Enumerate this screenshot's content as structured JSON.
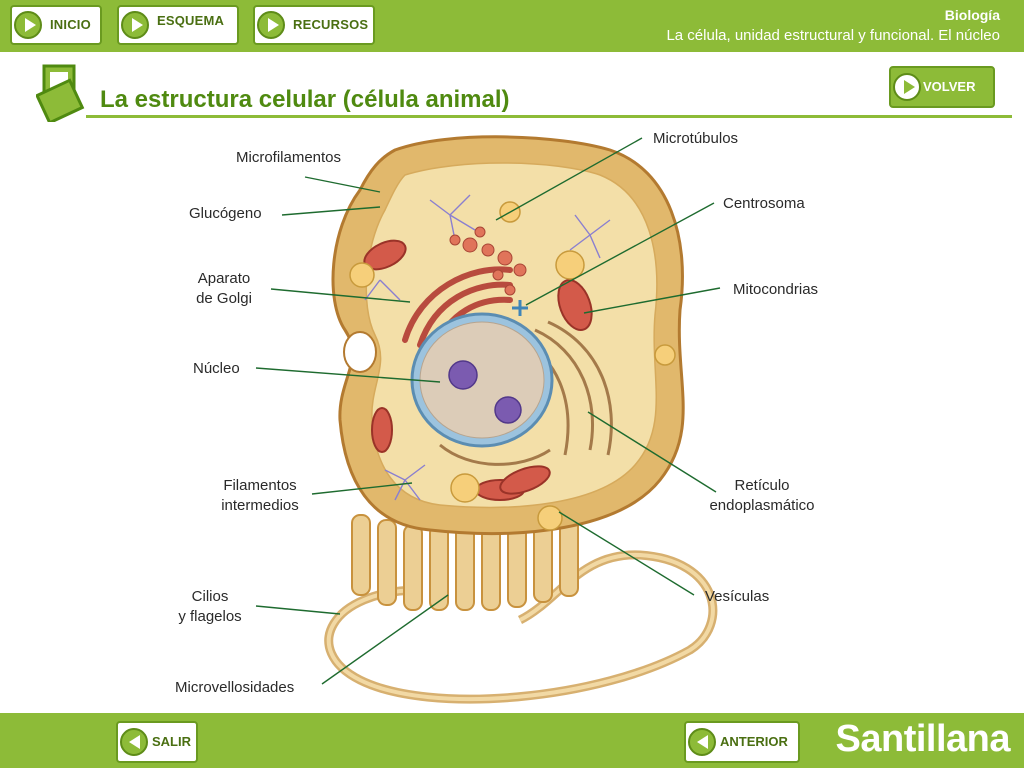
{
  "header": {
    "subject": "Biología",
    "topic": "La célula, unidad estructural y funcional. El núcleo",
    "nav": [
      {
        "label": "INICIO"
      },
      {
        "label": "ESQUEMA"
      },
      {
        "label": "RECURSOS"
      }
    ]
  },
  "page": {
    "title": "La estructura celular (célula animal)",
    "back_label": "VOLVER"
  },
  "diagram": {
    "labels": {
      "microfilamentos": "Microfilamentos",
      "glucogeno": "Glucógeno",
      "golgi_1": "Aparato",
      "golgi_2": "de Golgi",
      "nucleo": "Núcleo",
      "filamentos_1": "Filamentos",
      "filamentos_2": "intermedios",
      "cilios_1": "Cilios",
      "cilios_2": "y flagelos",
      "microvellosidades": "Microvellosidades",
      "microtubulos": "Microtúbulos",
      "centrosoma": "Centrosoma",
      "mitocondrias": "Mitocondrias",
      "reticulo_1": "Retículo",
      "reticulo_2": "endoplasmático",
      "vesiculas": "Vesículas"
    }
  },
  "footer": {
    "exit_label": "SALIR",
    "prev_label": "ANTERIOR",
    "brand": "Santillana"
  },
  "colors": {
    "accent": "#8dbb38",
    "accent_dark": "#4f8a10",
    "cell_membrane": "#c8923e",
    "cytoplasm": "#f3dfa8",
    "nucleus": "#d8c6b3",
    "nucleolus": "#7b5bb0",
    "mitochondria": "#c8483b"
  },
  "icons": {
    "nav": "play-arrow-icon",
    "back": "back-arrow-icon",
    "title": "stacked-squares-icon"
  }
}
